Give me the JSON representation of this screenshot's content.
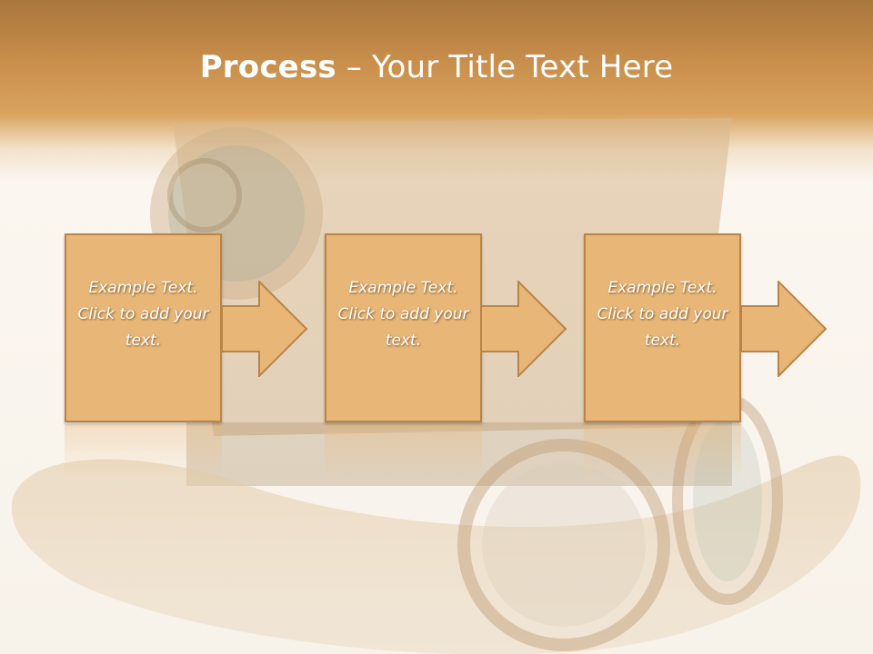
{
  "slide": {
    "title_bold": "Process",
    "title_rest": " – Your Title Text Here"
  },
  "steps": [
    {
      "text": "Example Text. Click  to add your text."
    },
    {
      "text": "Example Text. Click  to add your text."
    },
    {
      "text": "Example Text. Click  to add your text."
    }
  ],
  "colors": {
    "header": "#c98f4c",
    "box_fill": "#e8b777",
    "box_border": "#b98448",
    "text": "#ffffff"
  },
  "background_image": "steampunk-top-hat-with-goggles"
}
